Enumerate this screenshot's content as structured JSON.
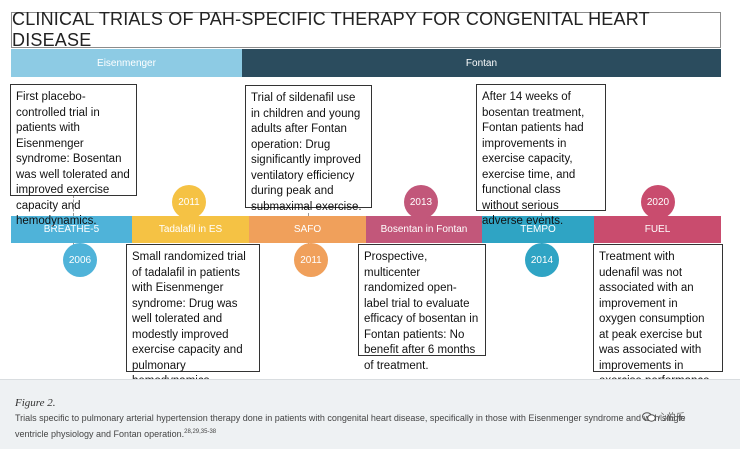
{
  "title": "CLINICAL TRIALS OF PAH-SPECIFIC THERAPY FOR CONGENITAL HEART DISEASE",
  "bands": {
    "eisenmenger": "Eisenmenger",
    "fontan": "Fontan"
  },
  "trials": [
    {
      "label": "BREATHE-5",
      "year": "2006",
      "color": "#4fb3d9"
    },
    {
      "label": "Tadalafil in ES",
      "year": "2011",
      "color": "#f5c244"
    },
    {
      "label": "SAFO",
      "year": "2011",
      "color": "#f0a05b"
    },
    {
      "label": "Bosentan in Fontan",
      "year": "2013",
      "color": "#c2577a"
    },
    {
      "label": "TEMPO",
      "year": "2014",
      "color": "#2fa4c4"
    },
    {
      "label": "FUEL",
      "year": "2020",
      "color": "#c94c6e"
    }
  ],
  "boxes": [
    "First placebo-controlled trial in patients with Eisenmenger syndrome: Bosentan was well tolerated and improved exercise capacity and hemodynamics.",
    "Small randomized trial of tadalafil in patients with Eisenmenger syndrome: Drug was well tolerated and modestly improved exercise capacity and pulmonary hemodynamics.",
    "Trial of sildenafil use in children and young adults after Fontan operation: Drug significantly improved ventilatory efficiency during peak and submaximal exercise.",
    "Prospective, multicenter randomized open-label trial to evaluate efficacy of bosentan in Fontan patients: No benefit after 6 months of treatment.",
    "After 14 weeks of bosentan treatment, Fontan patients had improvements in exercise capacity, exercise time, and functional class without serious adverse events.",
    "Treatment with udenafil was not associated with an improvement in oxygen consumption at peak exercise but was associated with improvements in exercise performance."
  ],
  "caption": {
    "figure": "Figure 2.",
    "text": "Trials specific to pulmonary arterial hypertension therapy done in patients with congenital heart disease, specifically in those with Eisenmenger syndrome and with single ventricle physiology and Fontan operation.",
    "refs": "28,29,35-38"
  },
  "watermark": "心伯乐"
}
